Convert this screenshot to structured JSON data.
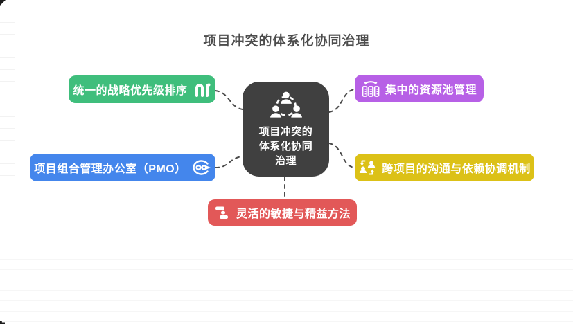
{
  "page": {
    "title": "项目冲突的体系化协同治理"
  },
  "center": {
    "label": "项目冲突的\n体系化协同\n治理",
    "color": "#404040",
    "icon": "team-network-icon"
  },
  "nodes": {
    "strategy": {
      "label": "统一的战略优先级排序",
      "color": "#3fbe7c",
      "icon": "priority-columns-icon",
      "icon_side": "right"
    },
    "resource": {
      "label": "集中的资源池管理",
      "color": "#b760e6",
      "icon": "resource-pool-icon",
      "icon_side": "left"
    },
    "pmo": {
      "label": "项目组合管理办公室（PMO）",
      "color": "#4486ec",
      "icon": "process-gears-icon",
      "icon_side": "right"
    },
    "communication": {
      "label": "跨项目的沟通与依赖协调机制",
      "color": "#dcc117",
      "icon": "people-exchange-icon",
      "icon_side": "left"
    },
    "agile": {
      "label": "灵活的敏捷与精益方法",
      "color": "#e25858",
      "icon": "agile-kanban-icon",
      "icon_side": "left"
    }
  },
  "connectors": {
    "color": "#4c4c4c",
    "style": "dashed"
  }
}
